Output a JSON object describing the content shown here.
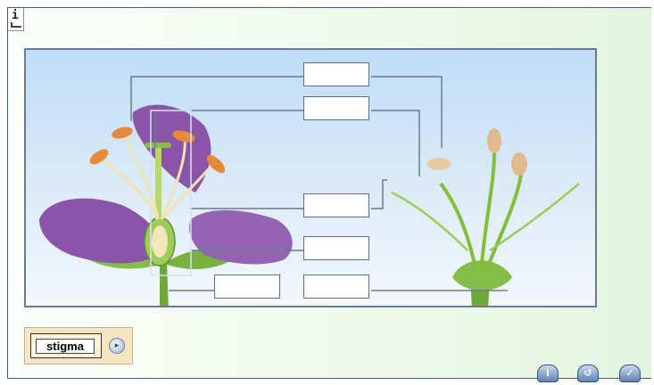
{
  "info": {
    "icon": "info-icon",
    "glyph": "i"
  },
  "diagram": {
    "image_alt": "Flower diagram",
    "label_boxes": [
      {
        "value": ""
      },
      {
        "value": ""
      },
      {
        "value": ""
      },
      {
        "value": ""
      },
      {
        "value": ""
      },
      {
        "value": ""
      }
    ]
  },
  "word_tray": {
    "items": [
      {
        "label": "stigma"
      }
    ],
    "next_icon": "play-icon",
    "next_glyph": "▸"
  },
  "toolbar": {
    "buttons": [
      {
        "icon": "info-icon",
        "glyph": "i"
      },
      {
        "icon": "reset-icon",
        "glyph": "↺"
      },
      {
        "icon": "check-icon",
        "glyph": "✓"
      }
    ]
  },
  "colors": {
    "petal": "#8a55a8",
    "leaf": "#6fa83a",
    "anther": "#e48a3a",
    "sky": "#bfddf7"
  }
}
